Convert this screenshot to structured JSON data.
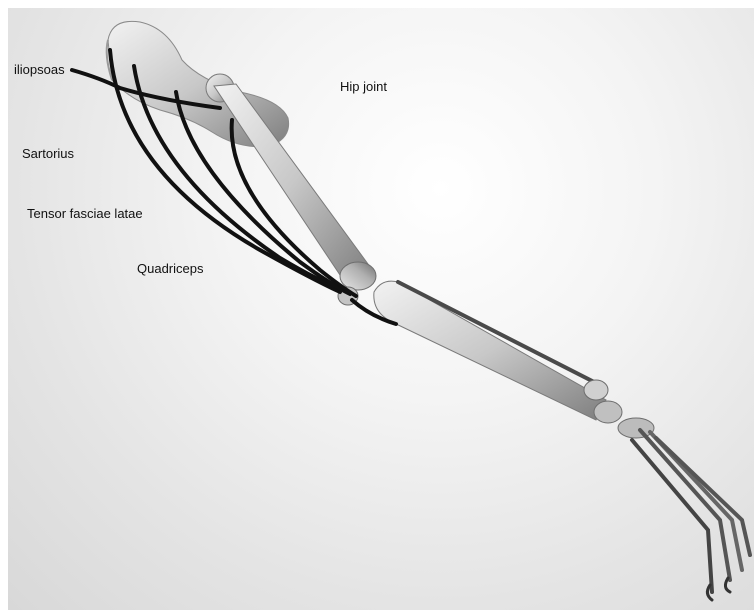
{
  "labels": {
    "iliopsoas": "iliopsoas",
    "hip_joint": "Hip joint",
    "sartorius": "Sartorius",
    "tensor_fasciae_latae": "Tensor fasciae latae",
    "quadriceps": "Quadriceps"
  },
  "colors": {
    "bone": "#cfcfcf",
    "bone_shadow": "#8a8a8a",
    "muscle": "#111111",
    "label": "#111111"
  }
}
